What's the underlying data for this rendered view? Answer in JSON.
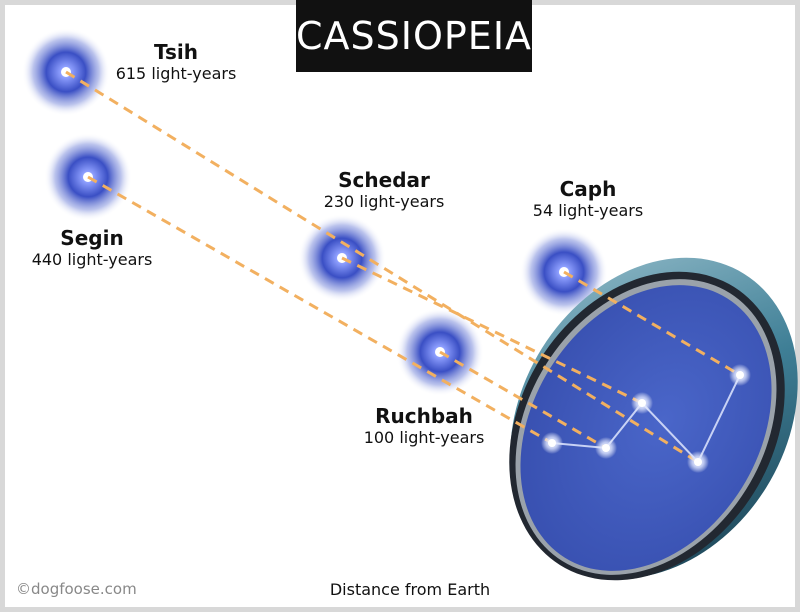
{
  "title": "CASSIOPEIA",
  "caption": "Distance from Earth",
  "credit": "©dogfoose.com",
  "colors": {
    "star_glow": "#3a4fc4",
    "sight_line": "#f2b060",
    "lens_face": "#3f5bbf",
    "lens_rim": "#2f6f86",
    "constellation_line": "#c8d2f5"
  },
  "stars": [
    {
      "id": "tsih",
      "name": "Tsih",
      "distance": "615 light-years"
    },
    {
      "id": "segin",
      "name": "Segin",
      "distance": "440 light-years"
    },
    {
      "id": "schedar",
      "name": "Schedar",
      "distance": "230 light-years"
    },
    {
      "id": "caph",
      "name": "Caph",
      "distance": "54 light-years"
    },
    {
      "id": "ruchbah",
      "name": "Ruchbah",
      "distance": "100 light-years"
    }
  ]
}
